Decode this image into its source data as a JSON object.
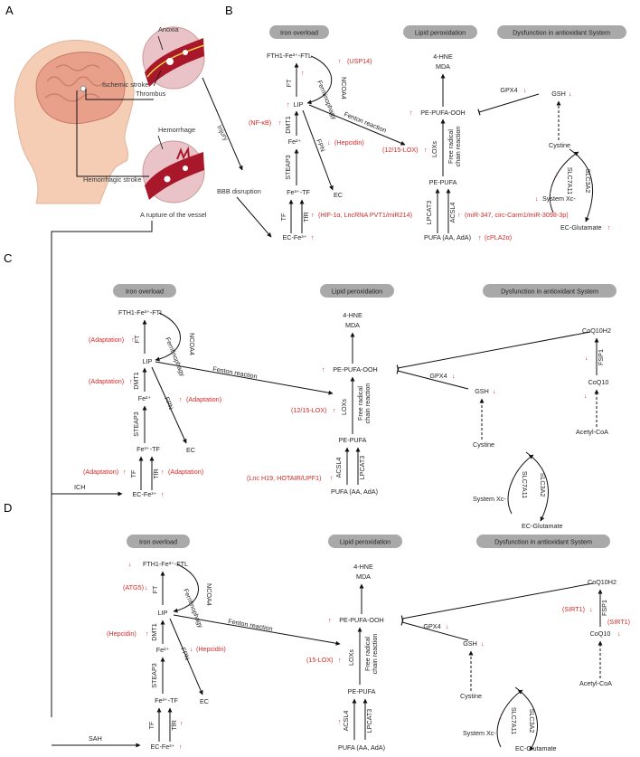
{
  "panel_letters": {
    "a": "A",
    "b": "B",
    "c": "C",
    "d": "D"
  },
  "panel_a": {
    "anoxia": "Anoxia",
    "ischemic_stroke": "Ischemic stroke",
    "thrombus": "Thrombus",
    "hemorrhage": "Hemorrhage",
    "hemorrhagic_stroke": "Hemorrhagic stroke",
    "rupture": "A rupture of the vessel",
    "injury": "Injury",
    "bbb": "BBB disruption"
  },
  "headers": {
    "iron": "Iron overload",
    "lipid": "Lipid peroxidation",
    "antiox": "Dysfunction in antioxidant System"
  },
  "nodes": {
    "fth1": "FTH1-Fe³⁺-FTL",
    "ft": "FT",
    "ferritinophagy": "Ferritinophagy",
    "ncoa4": "NCOA4",
    "lip": "LIP",
    "dmt1": "DMT1",
    "fe2": "Fe²⁺",
    "fpn": "FPN",
    "steap3": "STEAP3",
    "ec": "EC",
    "fe3tf": "Fe³⁺-TF",
    "tf": "TF",
    "tfr": "TfR",
    "ecfe3": "EC-Fe³⁺",
    "fenton": "Fenton reaction",
    "hne": "4-HNE",
    "mda": "MDA",
    "pepufaooh": "PE-PUFA-OOH",
    "loxs": "LOXs",
    "free_radical": "Free radical",
    "chain_reaction": "chain reaction",
    "pepufa": "PE-PUFA",
    "acsl4": "ACSL4",
    "lpcat3": "LPCAT3",
    "pufa": "PUFA (AA, AdA)",
    "gpx4": "GPX4",
    "gsh": "GSH",
    "cystine": "Cystine",
    "slc7a11": "SLC7A11",
    "slc3a2": "SLC3A2",
    "systemxc": "System Xc-",
    "ecglu": "EC-Glutamate",
    "coq10h2": "CoQ10H2",
    "fsp1": "FSP1",
    "coq10": "CoQ10",
    "acetylcoa": "Acetyl-CoA",
    "ich": "ICH",
    "sah": "SAH"
  },
  "regulators_b": {
    "usp14": "(USP14)",
    "nfkb": "(NF-κB)",
    "hepcidin": "(Hepcidin)",
    "lox1215": "(12/15-LOX)",
    "hif": "(HIF-1α, LncRNA PVT1/miR214)",
    "mir347": "(miR-347, circ-Carm1/miR-3098-3p)",
    "cpla2": "(cPLA2α)"
  },
  "regulators_c": {
    "adapt_ft": "(Adaptation)",
    "adapt_dmt1": "(Adaptation)",
    "adapt_fpn": "(Adaptation)",
    "adapt_tf": "(Adaptation)",
    "adapt_tfr": "(Adaptation)",
    "lox1215": "(12/15-LOX)",
    "lnc": "(Lnc H19, HOTAIR/UPF1)"
  },
  "regulators_d": {
    "atg5": "(ATG5)",
    "hepcidin_dmt1": "(Hepcidin)",
    "hepcidin_fpn": "(Hepcidin)",
    "lox15": "(15-LOX)",
    "sirt1_fsp1": "(SIRT1)",
    "sirt1_coq10": "(SIRT1)"
  },
  "colors": {
    "regulation": "#d42a2a",
    "header_pill": "#a9a9a9",
    "vessel": "#a8182a",
    "brain": "#e8a08a",
    "skin": "#f4cdb4"
  }
}
